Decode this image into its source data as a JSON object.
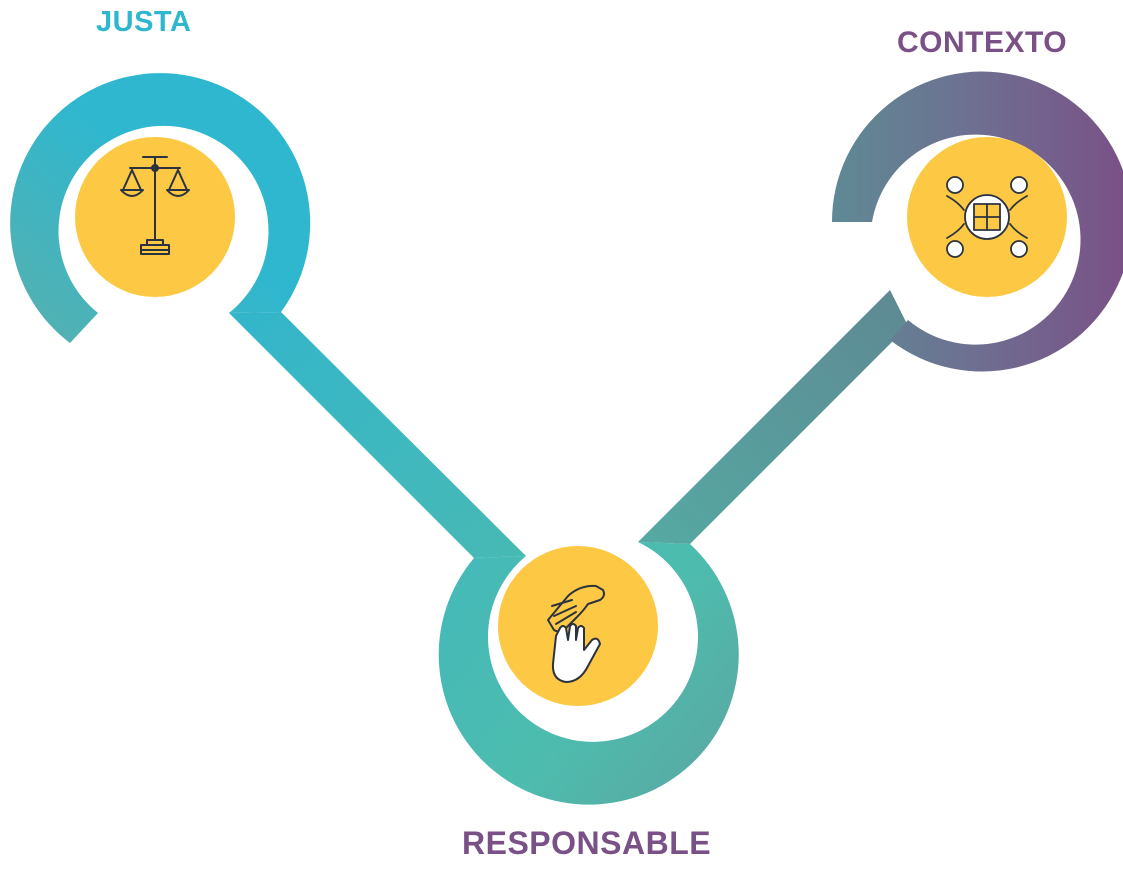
{
  "nodes": {
    "justa": {
      "label": "JUSTA",
      "color": "#2fb7cf",
      "icon": "scales-of-justice-icon"
    },
    "contexto": {
      "label": "CONTEXTO",
      "color": "#7a5187",
      "icon": "people-around-puzzle-icon"
    },
    "responsable": {
      "label": "RESPONSABLE",
      "color": "#7a5187",
      "icon": "helping-hands-icon"
    }
  },
  "colors": {
    "teal_light": "#2fb7cf",
    "teal_mid": "#45b8b0",
    "slate": "#5e8a94",
    "purple": "#7a5187",
    "yellow": "#fdc844",
    "icon_stroke": "#2c3340"
  }
}
